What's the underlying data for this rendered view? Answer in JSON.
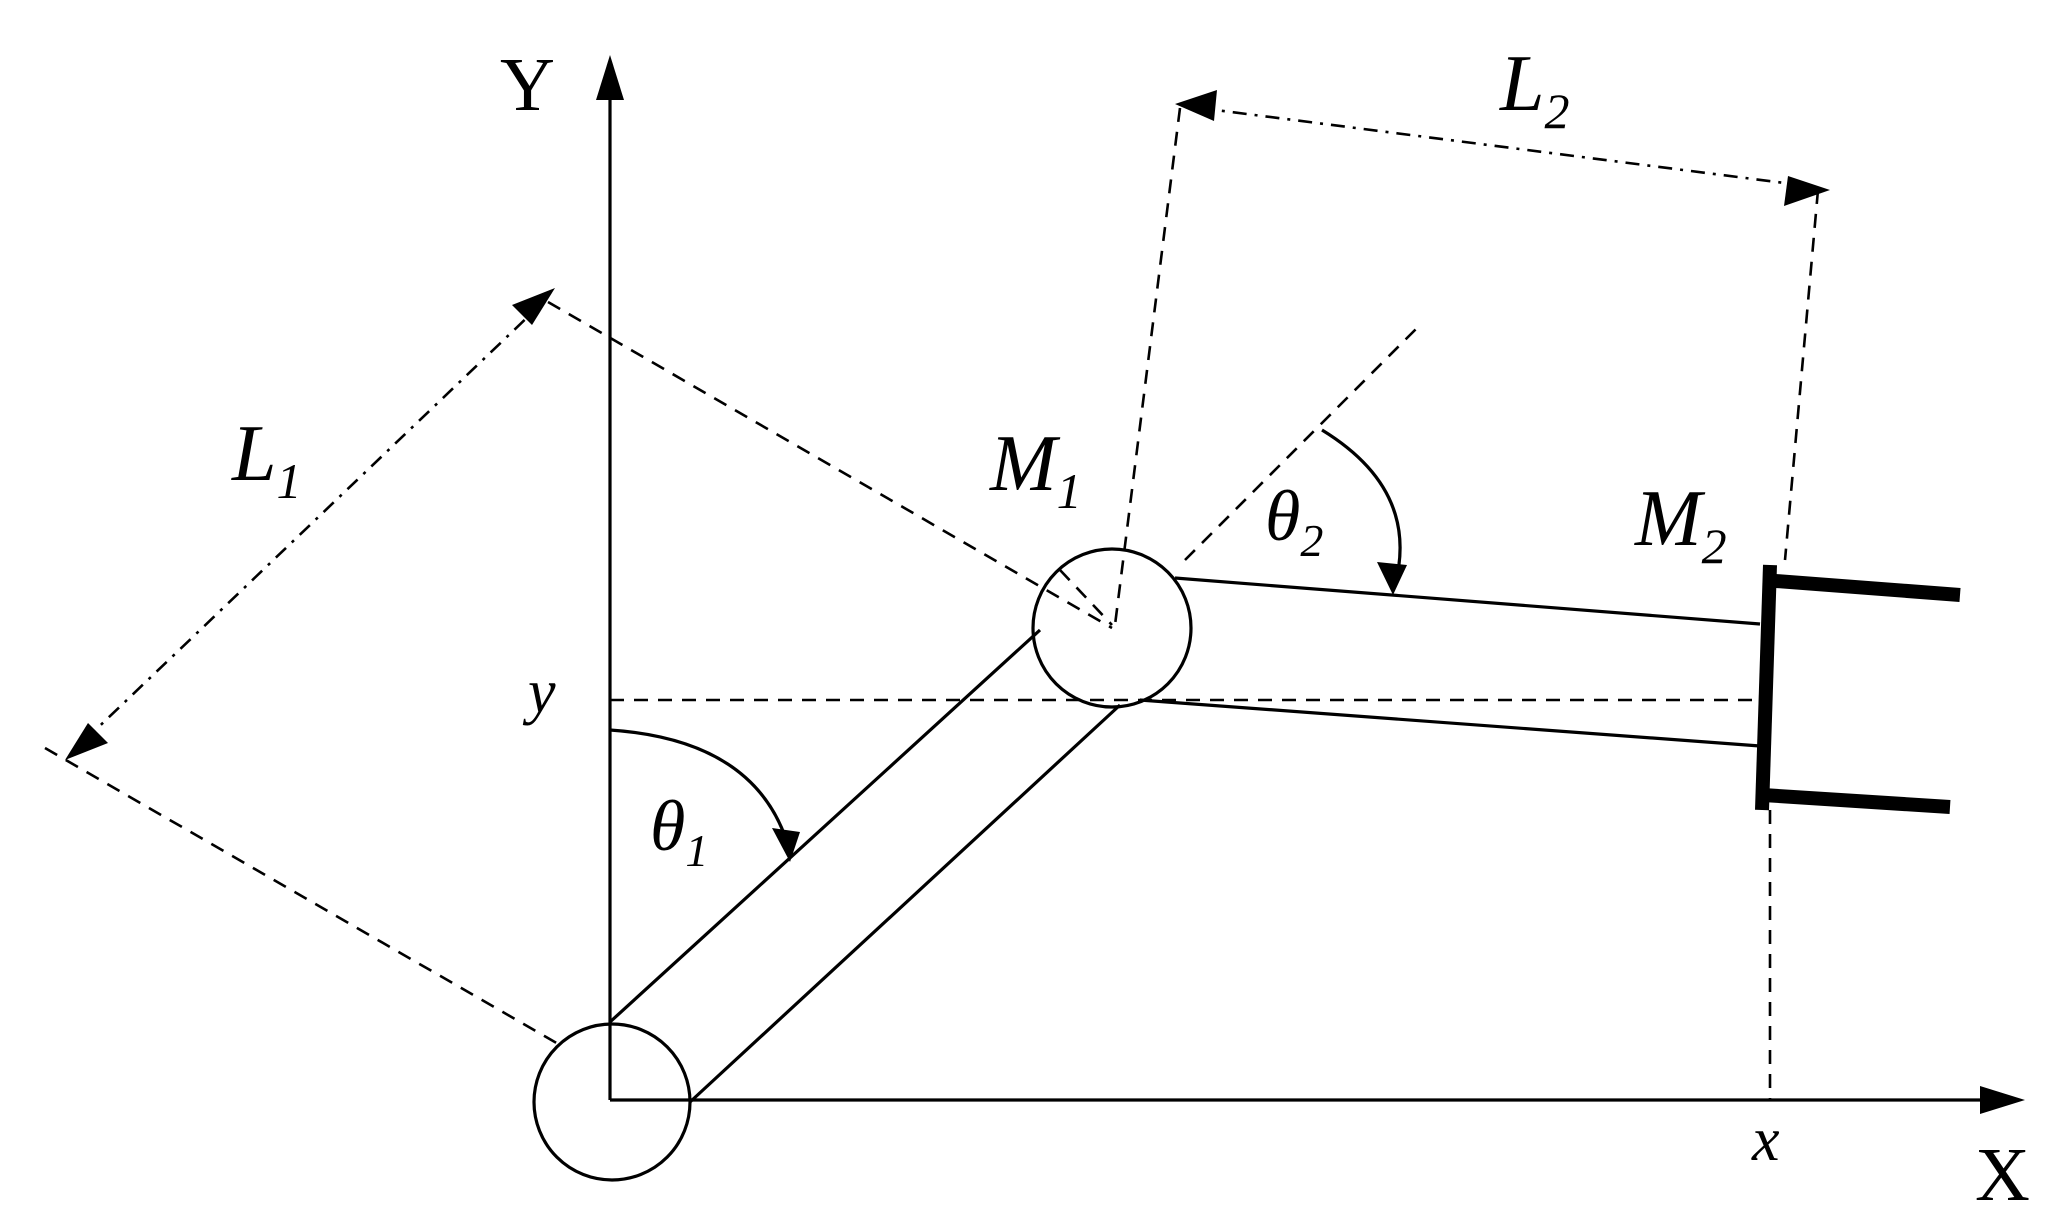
{
  "labels": {
    "y_axis": "Y",
    "x_axis": "X",
    "length1": {
      "main": "L",
      "sub": "1"
    },
    "length2": {
      "main": "L",
      "sub": "2"
    },
    "joint1": {
      "main": "M",
      "sub": "1"
    },
    "joint2": {
      "main": "M",
      "sub": "2"
    },
    "angle1": {
      "main": "θ",
      "sub": "1"
    },
    "angle2": {
      "main": "θ",
      "sub": "2"
    },
    "x_coord": "x",
    "y_coord": "y"
  }
}
